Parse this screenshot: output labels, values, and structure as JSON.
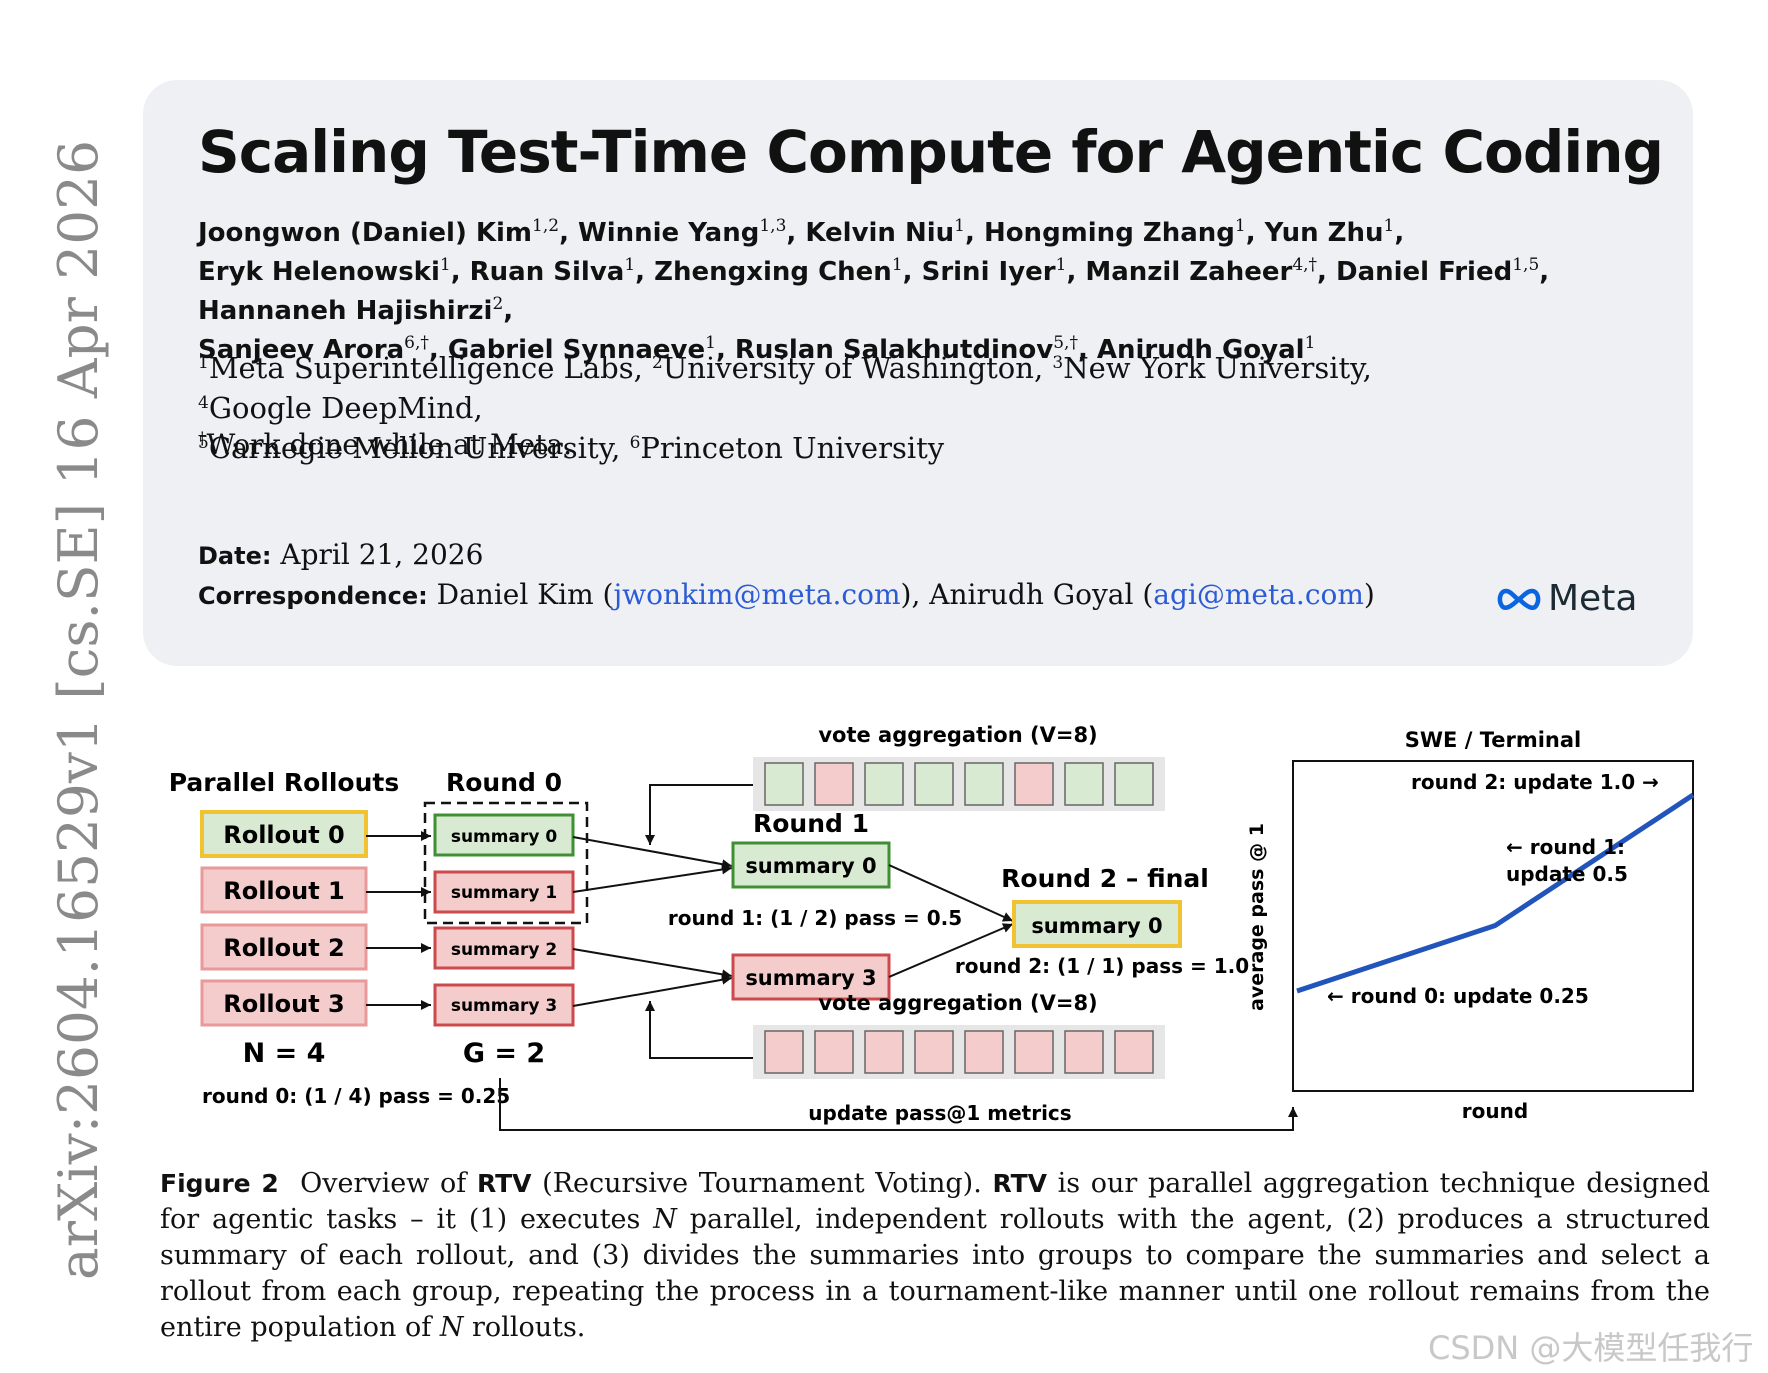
{
  "arxiv_stamp": "arXiv:2604.16529v1  [cs.SE]  16 Apr 2026",
  "paper": {
    "title": "Scaling Test-Time Compute for Agentic Coding",
    "authors": [
      {
        "name": "Joongwon (Daniel) Kim",
        "sup": "1,2"
      },
      {
        "name": "Winnie Yang",
        "sup": "1,3"
      },
      {
        "name": "Kelvin Niu",
        "sup": "1"
      },
      {
        "name": "Hongming Zhang",
        "sup": "1"
      },
      {
        "name": "Yun Zhu",
        "sup": "1"
      },
      {
        "name": "Eryk Helenowski",
        "sup": "1"
      },
      {
        "name": "Ruan Silva",
        "sup": "1"
      },
      {
        "name": "Zhengxing Chen",
        "sup": "1"
      },
      {
        "name": "Srini Iyer",
        "sup": "1"
      },
      {
        "name": "Manzil Zaheer",
        "sup": "4,†"
      },
      {
        "name": "Daniel Fried",
        "sup": "1,5"
      },
      {
        "name": "Hannaneh Hajishirzi",
        "sup": "2"
      },
      {
        "name": "Sanjeev Arora",
        "sup": "6,†"
      },
      {
        "name": "Gabriel Synnaeve",
        "sup": "1"
      },
      {
        "name": "Ruslan Salakhutdinov",
        "sup": "5,†"
      },
      {
        "name": "Anirudh Goyal",
        "sup": "1"
      }
    ],
    "affiliations": [
      {
        "sup": "1",
        "name": "Meta Superintelligence Labs"
      },
      {
        "sup": "2",
        "name": "University of Washington"
      },
      {
        "sup": "3",
        "name": "New York University"
      },
      {
        "sup": "4",
        "name": "Google DeepMind"
      },
      {
        "sup": "5",
        "name": "Carnegie Mellon University"
      },
      {
        "sup": "6",
        "name": "Princeton University"
      }
    ],
    "note_mark": "†",
    "note_text": "Work done while at Meta.",
    "date_label": "Date:",
    "date": "April 21, 2026",
    "corr_label": "Correspondence:",
    "corr_name1": "Daniel Kim",
    "corr_email1": "jwonkim@meta.com",
    "corr_name2": "Anirudh Goyal",
    "corr_email2": "agi@meta.com",
    "logo_text": "Meta",
    "logo_icon": "meta-infinity-icon"
  },
  "figure": {
    "parallel_rollouts": "Parallel Rollouts",
    "round0": "Round 0",
    "round1": "Round 1",
    "round2_final": "Round 2 – final",
    "rollouts": [
      "Rollout 0",
      "Rollout 1",
      "Rollout 2",
      "Rollout 3"
    ],
    "r0_summaries": [
      "summary 0",
      "summary 1",
      "summary 2",
      "summary 3"
    ],
    "r1_summaries": [
      "summary 0",
      "summary 3"
    ],
    "r2_summary": "summary 0",
    "n_label": "N = 4",
    "g_label": "G = 2",
    "round0_pass": "round 0: (1 / 4) pass = 0.25",
    "round1_pass": "round 1: (1 / 2) pass = 0.5",
    "round2_pass": "round 2: (1 / 1) pass = 1.0",
    "vote_top": "vote aggregation (V=8)",
    "vote_bottom": "vote aggregation (V=8)",
    "vote_top_cells": [
      "pass",
      "fail",
      "pass",
      "pass",
      "pass",
      "fail",
      "pass",
      "pass"
    ],
    "vote_bottom_cells": [
      "fail",
      "fail",
      "fail",
      "fail",
      "fail",
      "fail",
      "fail",
      "fail"
    ],
    "update_metrics": "update pass@1 metrics",
    "colors": {
      "gold": "#f1c232",
      "green": "#3f8f33",
      "red": "#cc4a4d",
      "green_fill": "#d9ead3",
      "red_fill": "#f4cccc",
      "line": "#2255bb"
    }
  },
  "chart_data": {
    "type": "line",
    "title": "SWE / Terminal",
    "xlabel": "round",
    "ylabel": "average pass @ 1",
    "x": [
      0,
      1,
      2
    ],
    "series": [
      {
        "values": [
          0.25,
          0.5,
          1.0
        ]
      }
    ],
    "annotations": [
      "← round 0: update 0.25",
      "← round 1:",
      "update 0.5",
      "round 2: update 1.0 →"
    ],
    "grid": false
  },
  "caption": {
    "label": "Figure 2",
    "p1": "Overview of ",
    "rtv1": "RTV",
    "p2": " (Recursive Tournament Voting). ",
    "rtv2": "RTV",
    "p3": " is our parallel aggregation technique designed for agentic tasks – it (1) executes ",
    "n1": "N",
    "p4": " parallel, independent rollouts with the agent, (2) produces a structured summary of each rollout, and (3) divides the summaries into groups to compare the summaries and select a rollout from each group, repeating the process in a tournament-like manner until one rollout remains from the entire population of ",
    "n2": "N",
    "p5": " rollouts."
  },
  "watermark": "CSDN @大模型任我行"
}
